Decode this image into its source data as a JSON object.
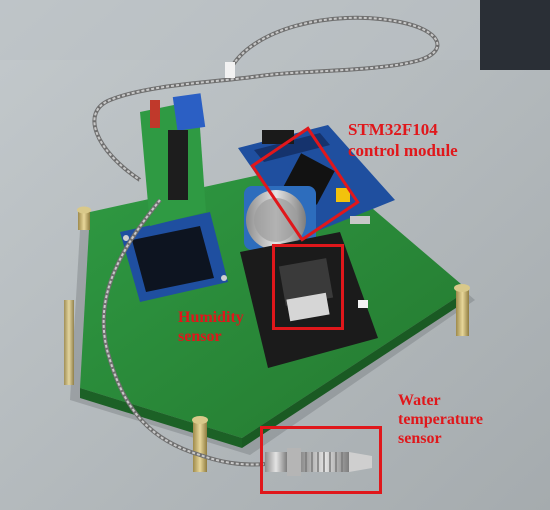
{
  "annotations": {
    "control_module": "STM32F104\ncontrol module",
    "humidity_sensor": "Humidity\nsensor",
    "water_temp_sensor": "Water\ntemperature\nsensor"
  },
  "colors": {
    "annotation": "#e0171b",
    "pcb_green": "#2e8a3a",
    "module_blue": "#1d3e8c",
    "sensor_black": "#1b1b1b",
    "table_gray": "#aeb4b7"
  }
}
